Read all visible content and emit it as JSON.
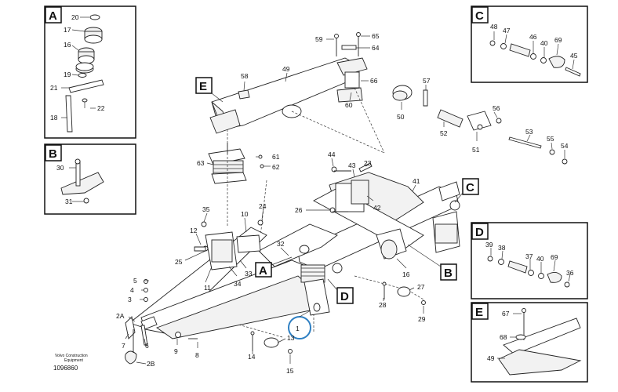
{
  "figure": {
    "brand_line1": "Volvo Construction",
    "brand_line2": "Equipment",
    "doc_number": "1096860"
  },
  "callouts": {
    "A": "A",
    "B": "B",
    "C": "C",
    "D": "D",
    "E": "E",
    "A_main": "A",
    "B_main": "B",
    "C_main": "C",
    "D_main": "D",
    "E_main": "E"
  },
  "parts": {
    "p1": "1",
    "p2A": "2A",
    "p2B": "2B",
    "p3": "3",
    "p4": "4",
    "p5": "5",
    "p6": "6",
    "p7": "7",
    "p8": "8",
    "p9": "9",
    "p10": "10",
    "p11": "11",
    "p12": "12",
    "p13": "13",
    "p14": "14",
    "p15": "15",
    "p16": "16",
    "p17": "17",
    "p18": "18",
    "p19": "19",
    "p20": "20",
    "p21": "21",
    "p22": "22",
    "p23": "23",
    "p24": "24",
    "p25": "25",
    "p26": "26",
    "p27": "27",
    "p28": "28",
    "p29": "29",
    "p30": "30",
    "p31": "31",
    "p32": "32",
    "p33": "33",
    "p34": "34",
    "p35": "35",
    "p36": "36",
    "p37": "37",
    "p38": "38",
    "p39": "39",
    "p40c": "40",
    "p40d": "40",
    "p41": "41",
    "p42": "42",
    "p43": "43",
    "p44": "44",
    "p45": "45",
    "p46": "46",
    "p47": "47",
    "p48": "48",
    "p49": "49",
    "p49e": "49",
    "p50": "50",
    "p51": "51",
    "p52": "52",
    "p53": "53",
    "p54": "54",
    "p55": "55",
    "p56": "56",
    "p57": "57",
    "p58": "58",
    "p59": "59",
    "p60": "60",
    "p61": "61",
    "p62": "62",
    "p63": "63",
    "p64": "64",
    "p65": "65",
    "p66": "66",
    "p67": "67",
    "p68": "68",
    "p69c": "69",
    "p69d": "69"
  },
  "colors": {
    "highlight_circle": "#2e7fc2"
  }
}
